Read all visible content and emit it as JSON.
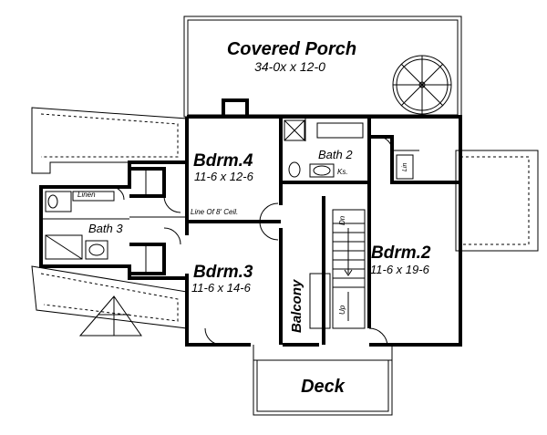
{
  "rooms": {
    "covered_porch": {
      "label": "Covered Porch",
      "dims": "34-0x x 12-0"
    },
    "bdrm4": {
      "label": "Bdrm.4",
      "dims": "11-6 x 12-6"
    },
    "bdrm3": {
      "label": "Bdrm.3",
      "dims": "11-6 x 14-6"
    },
    "bdrm2": {
      "label": "Bdrm.2",
      "dims": "11-6 x 19-6"
    },
    "bath2": {
      "label": "Bath 2"
    },
    "bath3": {
      "label": "Bath 3"
    },
    "balcony": {
      "label": "Balcony"
    },
    "deck": {
      "label": "Deck"
    }
  },
  "annotations": {
    "linen_left": "Linen",
    "linen_right": "Lin",
    "ks": "Ks.",
    "ceiling_note": "Line Of 8' Ceil.",
    "stair_dn": "Dn",
    "stair_up": "Up"
  }
}
